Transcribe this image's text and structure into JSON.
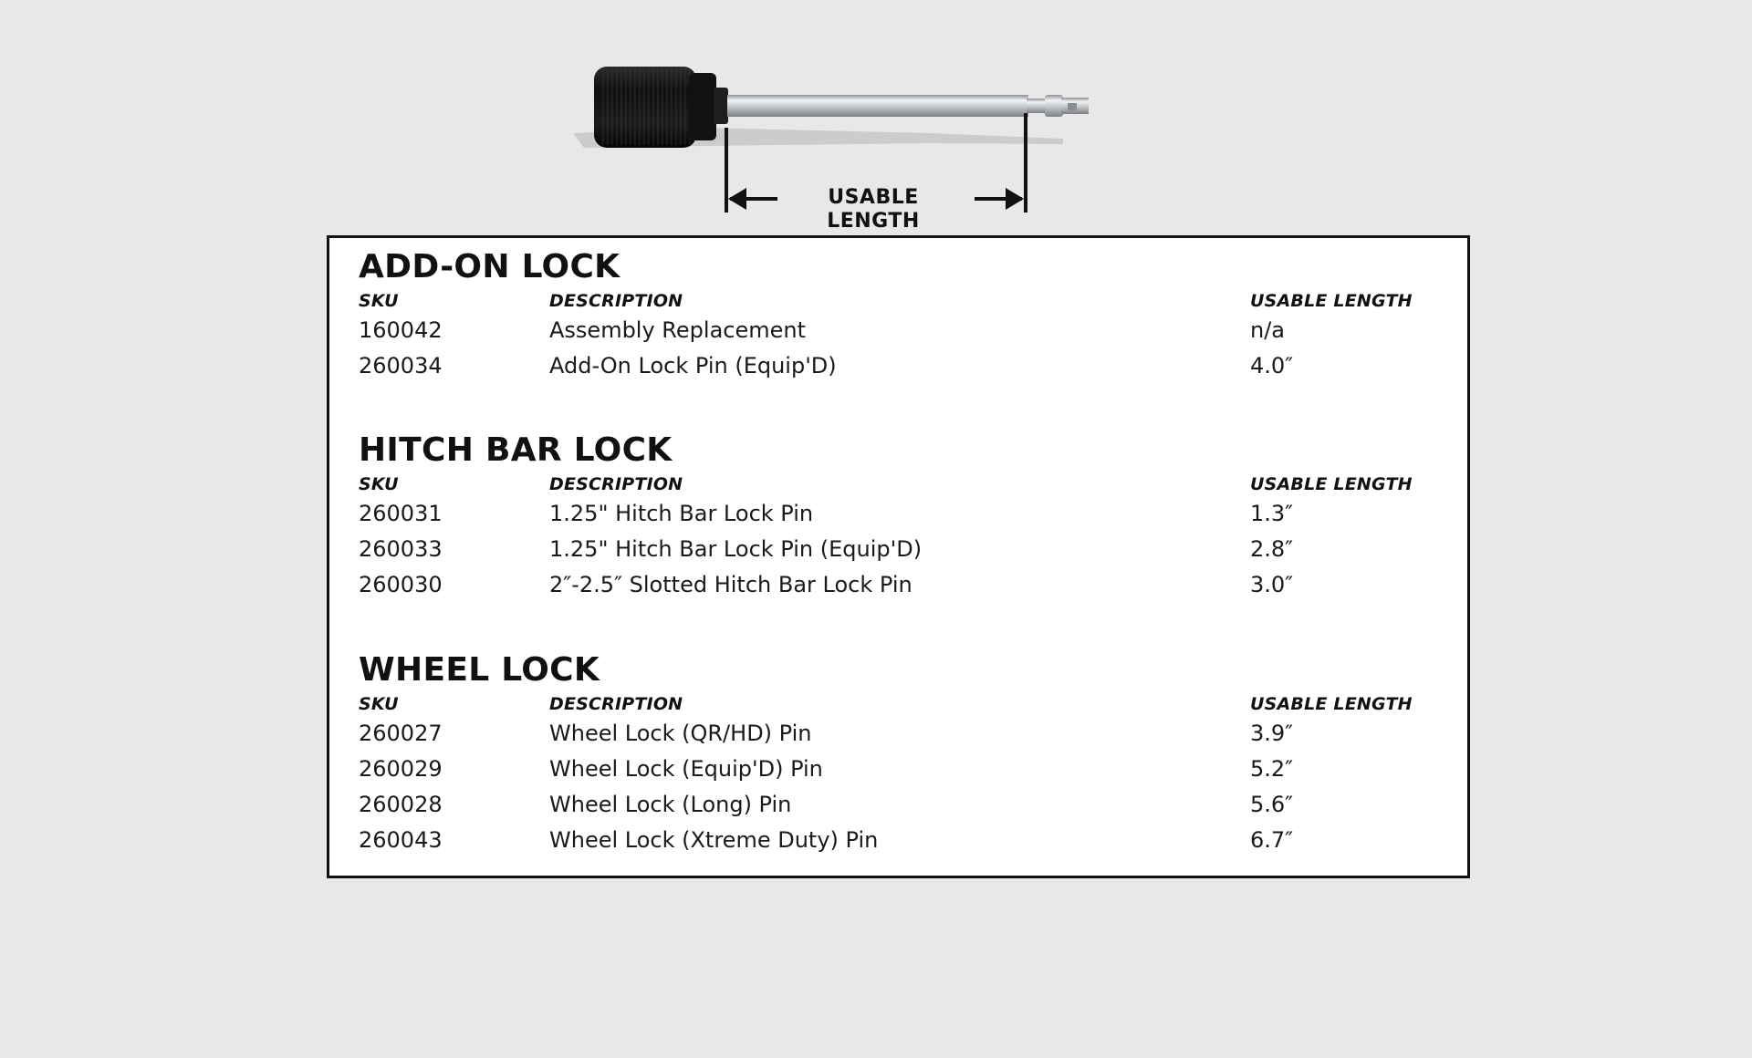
{
  "colors": {
    "background": "#e8e8e8",
    "panel": "#ffffff",
    "ink": "#111111",
    "pin_steel": "#c9ccd0",
    "knob": "#161616"
  },
  "figure": {
    "dimension_label": "USABLE LENGTH"
  },
  "sections": [
    {
      "title": "ADD-ON LOCK",
      "headers": {
        "sku": "SKU",
        "description": "DESCRIPTION",
        "length": "USABLE LENGTH"
      },
      "rows": [
        {
          "sku": "160042",
          "description": "Assembly Replacement",
          "length": "n/a"
        },
        {
          "sku": "260034",
          "description": "Add-On Lock Pin (Equip'D)",
          "length": "4.0″"
        }
      ]
    },
    {
      "title": "HITCH BAR LOCK",
      "headers": {
        "sku": "SKU",
        "description": "DESCRIPTION",
        "length": "USABLE LENGTH"
      },
      "rows": [
        {
          "sku": "260031",
          "description": "1.25\" Hitch Bar Lock Pin",
          "length": "1.3″"
        },
        {
          "sku": "260033",
          "description": "1.25\" Hitch Bar Lock Pin (Equip'D)",
          "length": "2.8″"
        },
        {
          "sku": "260030",
          "description": "2″-2.5″ Slotted Hitch Bar Lock Pin",
          "length": "3.0″"
        }
      ]
    },
    {
      "title": "WHEEL LOCK",
      "headers": {
        "sku": "SKU",
        "description": "DESCRIPTION",
        "length": "USABLE LENGTH"
      },
      "rows": [
        {
          "sku": "260027",
          "description": "Wheel Lock (QR/HD) Pin",
          "length": "3.9″"
        },
        {
          "sku": "260029",
          "description": "Wheel Lock (Equip'D) Pin",
          "length": "5.2″"
        },
        {
          "sku": "260028",
          "description": "Wheel Lock (Long) Pin",
          "length": "5.6″"
        },
        {
          "sku": "260043",
          "description": "Wheel Lock (Xtreme Duty) Pin",
          "length": "6.7″"
        }
      ]
    }
  ]
}
